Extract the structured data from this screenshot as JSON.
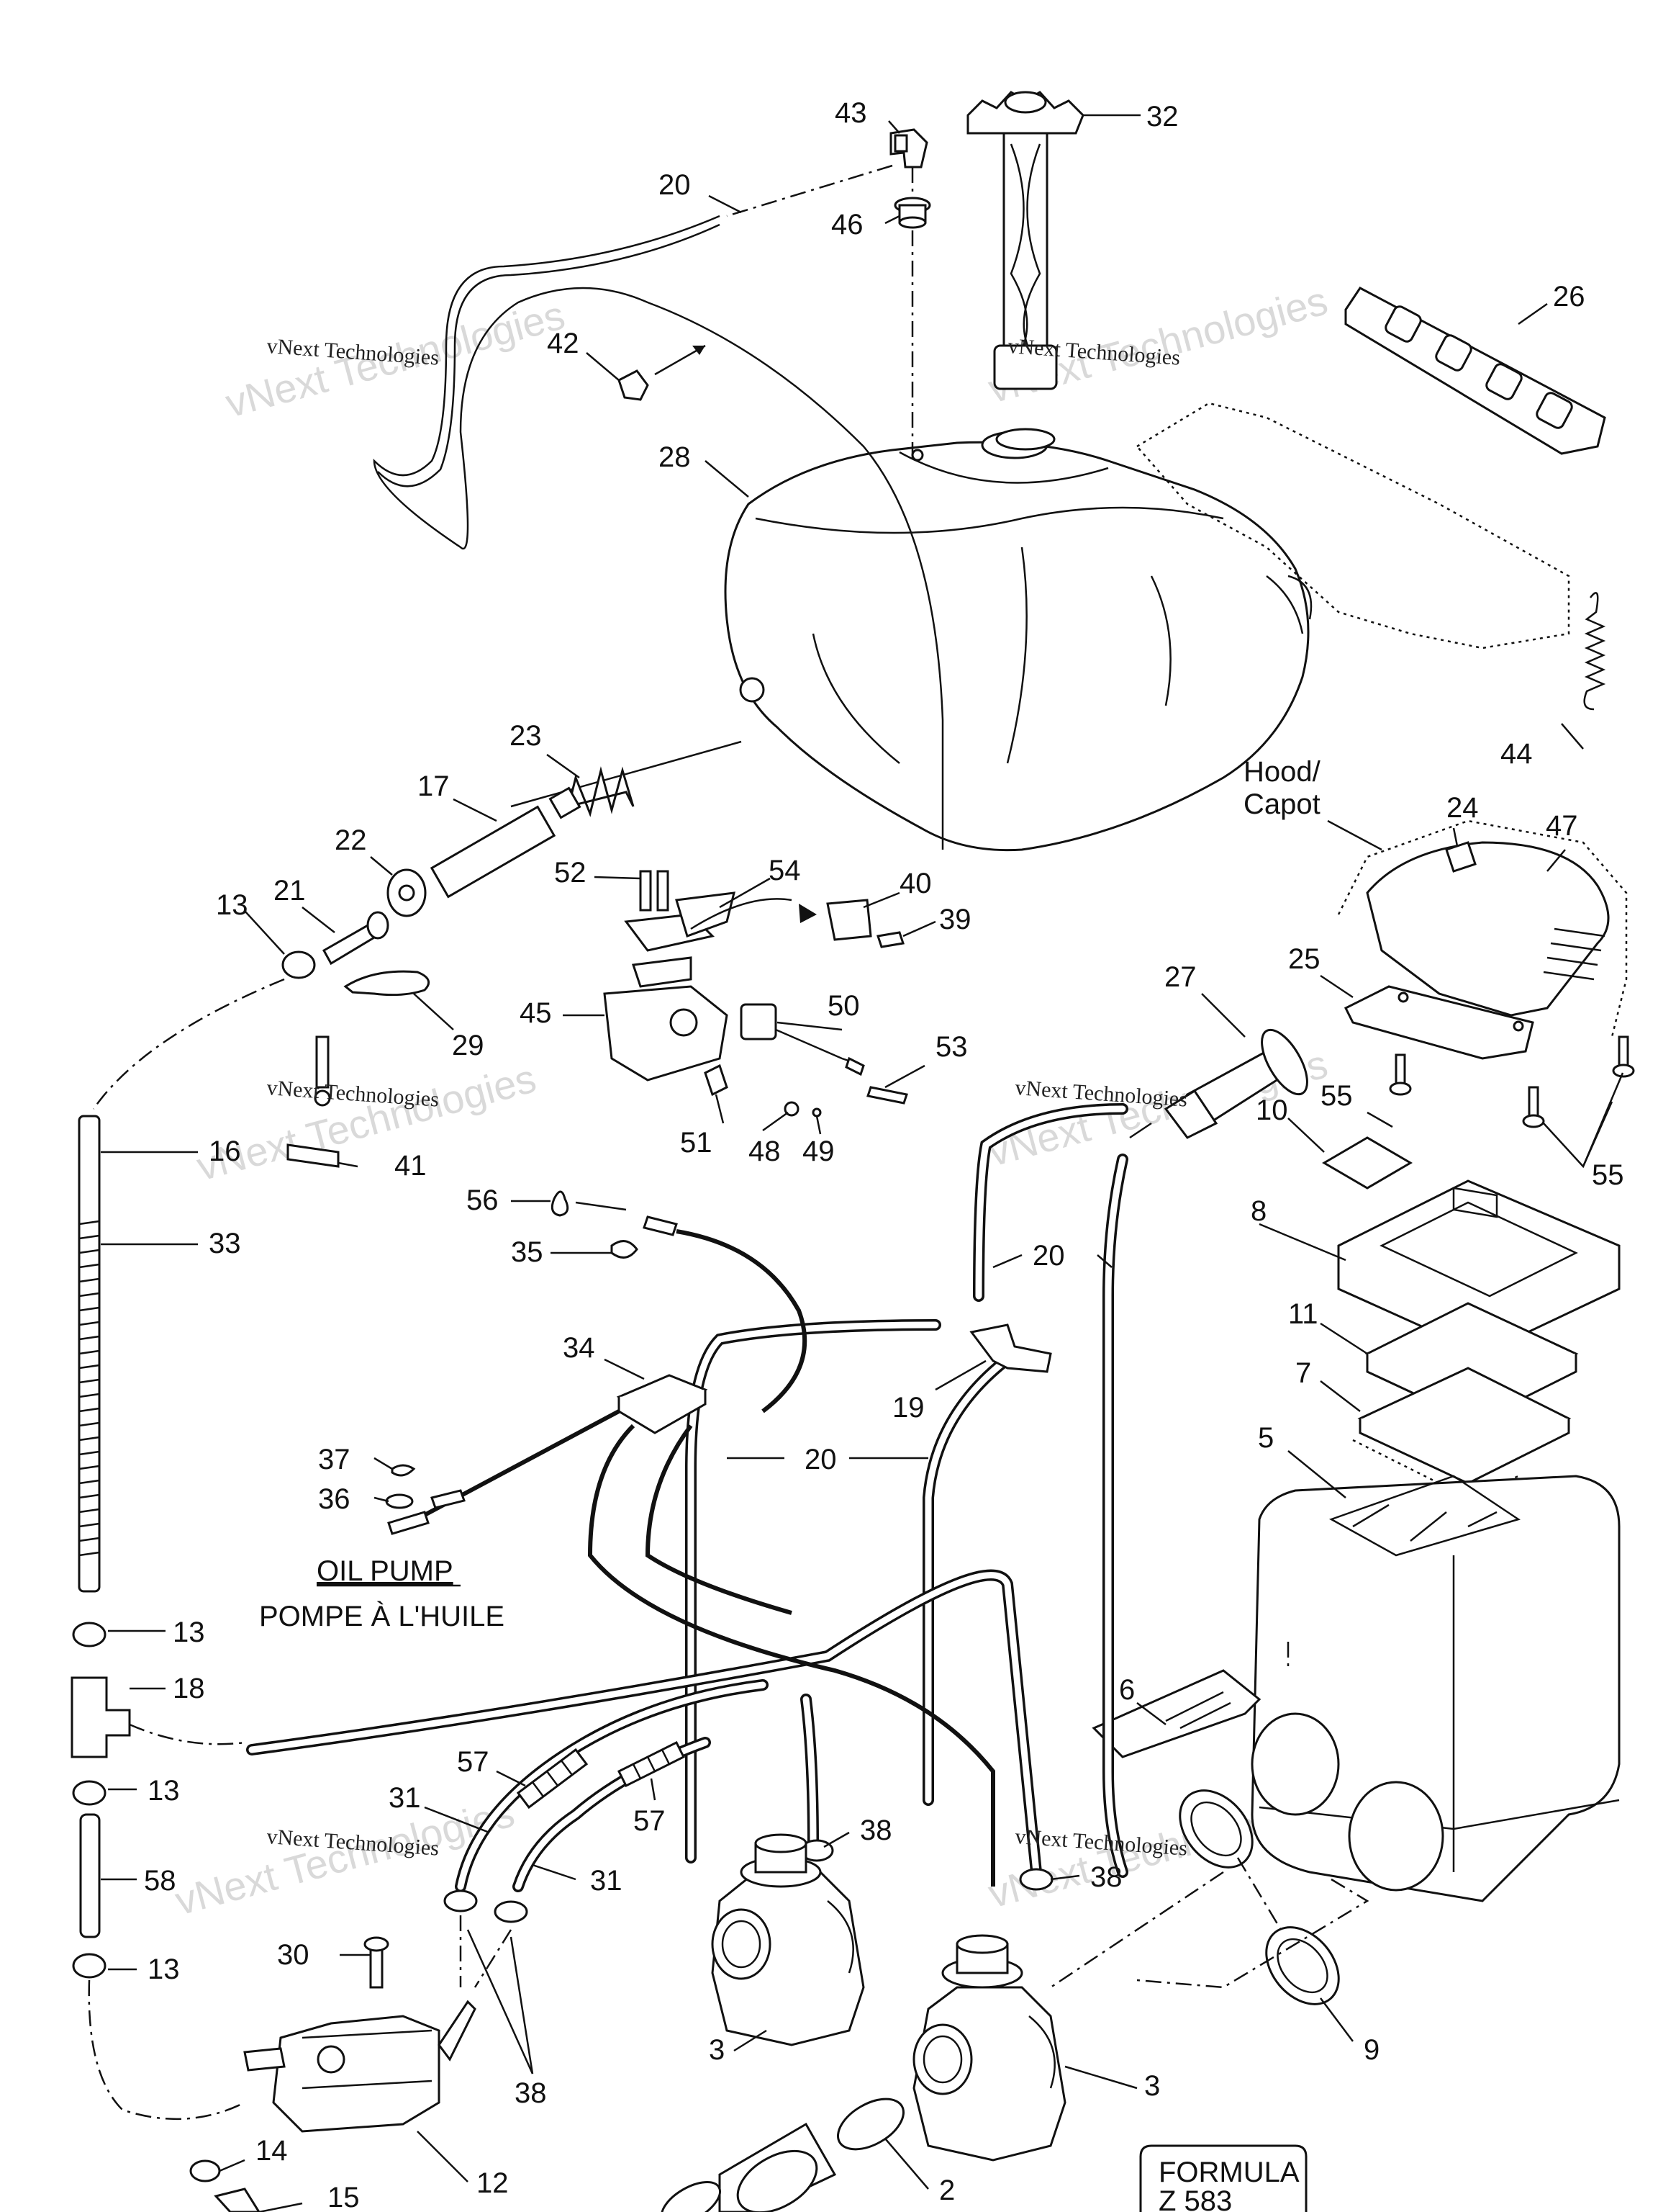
{
  "diagram": {
    "watermark_small": "vNext Technologies",
    "watermark_large": "vNext Technologies",
    "oil_pump_label": "OIL PUMP",
    "oil_pump_label_fr": "POMPE À L'HUILE",
    "hood_label": "Hood/",
    "hood_label_fr": "Capot",
    "model_box_line1": "FORMULA",
    "model_box_line2": "Z 583",
    "callouts": {
      "c43": "43",
      "c32": "32",
      "c20a": "20",
      "c46": "46",
      "c26": "26",
      "c42": "42",
      "c28": "28",
      "c44": "44",
      "c23": "23",
      "c17": "17",
      "c22": "22",
      "c21": "21",
      "c13a": "13",
      "c52": "52",
      "c54": "54",
      "c40": "40",
      "c39": "39",
      "c24": "24",
      "c47": "47",
      "c29": "29",
      "c45": "45",
      "c50": "50",
      "c53": "53",
      "c27": "27",
      "c25": "25",
      "c55a": "55",
      "c55b": "55",
      "c16": "16",
      "c41": "41",
      "c51": "51",
      "c48": "48",
      "c49": "49",
      "c10": "10",
      "c56": "56",
      "c35": "35",
      "c20b": "20",
      "c8": "8",
      "c33": "33",
      "c34": "34",
      "c19": "19",
      "c11": "11",
      "c7": "7",
      "c37": "37",
      "c20c": "20",
      "c5": "5",
      "c36": "36",
      "c13b": "13",
      "c18": "18",
      "c6": "6",
      "c57a": "57",
      "c57b": "57",
      "c13c": "13",
      "c31a": "31",
      "c38a": "38",
      "c58": "58",
      "c31b": "31",
      "c38b": "38",
      "c30": "30",
      "c13d": "13",
      "c38c": "38",
      "c3a": "3",
      "c9": "9",
      "c3b": "3",
      "c14": "14",
      "c12": "12",
      "c15": "15",
      "c2": "2"
    }
  }
}
